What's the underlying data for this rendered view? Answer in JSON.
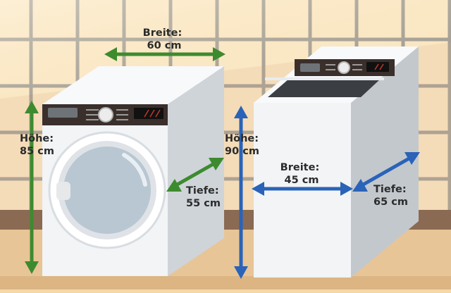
{
  "front_loader": {
    "width_label": [
      "Breite:",
      "60 cm"
    ],
    "height_label": [
      "Höhe:",
      "85 cm"
    ],
    "depth_label": [
      "Tiefe:",
      "55 cm"
    ]
  },
  "top_loader": {
    "height_label": [
      "Höhe:",
      "90 cm"
    ],
    "width_label": [
      "Breite:",
      "45 cm"
    ],
    "depth_label": [
      "Tiefe:",
      "65 cm"
    ]
  },
  "colors": {
    "front_loader_arrows": "#3d8b2f",
    "top_loader_arrows": "#2a63b8",
    "wall_tile": "#fbe9c8",
    "grout": "#8f8f8f",
    "floor": "#e8c596",
    "baseboard": "#8a6a52"
  },
  "icons": {
    "arrow": "double-headed-arrow-icon"
  }
}
